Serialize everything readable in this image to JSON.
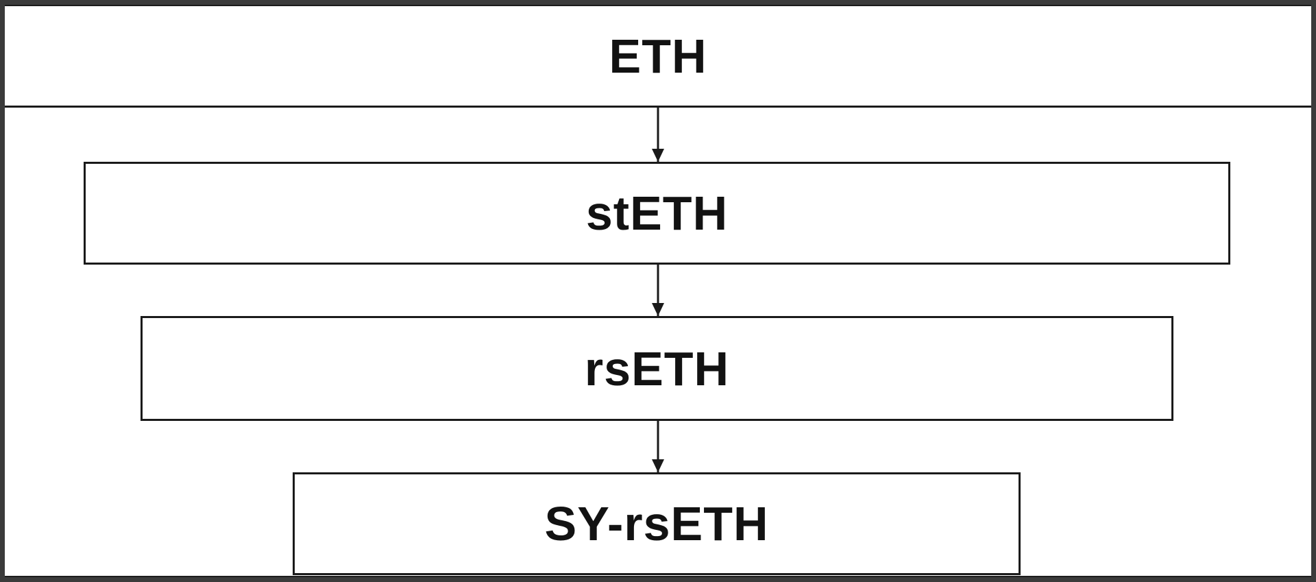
{
  "diagram": {
    "type": "flowchart",
    "orientation": "top-down",
    "nodes": [
      {
        "id": "eth",
        "label": "ETH"
      },
      {
        "id": "steth",
        "label": "stETH"
      },
      {
        "id": "rseth",
        "label": "rsETH"
      },
      {
        "id": "sy-rseth",
        "label": "SY-rsETH"
      }
    ],
    "edges": [
      {
        "from": "ETH",
        "to": "stETH",
        "direction": "down"
      },
      {
        "from": "stETH",
        "to": "rsETH",
        "direction": "down"
      },
      {
        "from": "rsETH",
        "to": "SY-rsETH",
        "direction": "down"
      }
    ],
    "colors": {
      "frame_border": "#3b3b3b",
      "node_border": "#1a1a1a",
      "text": "#121212",
      "background": "#ffffff"
    }
  }
}
